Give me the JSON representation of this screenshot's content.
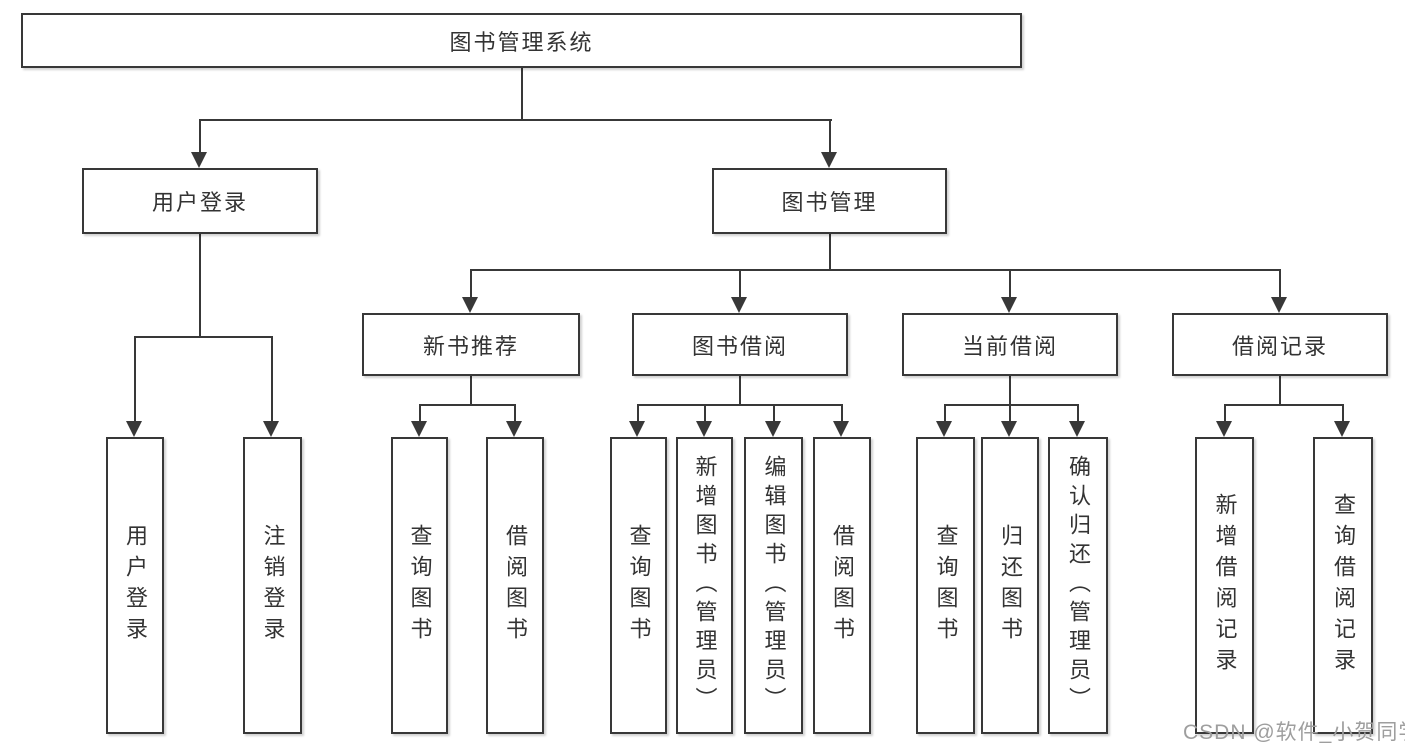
{
  "diagram": {
    "type": "hierarchy-tree",
    "nodes": {
      "root": {
        "label": "图书管理系统"
      },
      "user_login": {
        "label": "用户登录"
      },
      "book_mgmt": {
        "label": "图书管理"
      },
      "new_books": {
        "label": "新书推荐"
      },
      "book_borrow": {
        "label": "图书借阅"
      },
      "current_borrow": {
        "label": "当前借阅"
      },
      "borrow_records": {
        "label": "借阅记录"
      },
      "leaf_user_login": {
        "label": "用户登录"
      },
      "leaf_logout": {
        "label": "注销登录"
      },
      "leaf_nb_query": {
        "label": "查询图书"
      },
      "leaf_nb_borrow": {
        "label": "借阅图书"
      },
      "leaf_bb_query": {
        "label": "查询图书"
      },
      "leaf_bb_add": {
        "label": "新增图书（管理员）"
      },
      "leaf_bb_edit": {
        "label": "编辑图书（管理员）"
      },
      "leaf_bb_borrow": {
        "label": "借阅图书"
      },
      "leaf_cb_query": {
        "label": "查询图书"
      },
      "leaf_cb_return": {
        "label": "归还图书"
      },
      "leaf_cb_confirm": {
        "label": "确认归还（管理员）"
      },
      "leaf_rec_add": {
        "label": "新增借阅记录"
      },
      "leaf_rec_query": {
        "label": "查询借阅记录"
      }
    },
    "edges": [
      [
        "图书管理系统",
        "用户登录"
      ],
      [
        "图书管理系统",
        "图书管理"
      ],
      [
        "用户登录",
        "用户登录"
      ],
      [
        "用户登录",
        "注销登录"
      ],
      [
        "图书管理",
        "新书推荐"
      ],
      [
        "图书管理",
        "图书借阅"
      ],
      [
        "图书管理",
        "当前借阅"
      ],
      [
        "图书管理",
        "借阅记录"
      ],
      [
        "新书推荐",
        "查询图书"
      ],
      [
        "新书推荐",
        "借阅图书"
      ],
      [
        "图书借阅",
        "查询图书"
      ],
      [
        "图书借阅",
        "新增图书（管理员）"
      ],
      [
        "图书借阅",
        "编辑图书（管理员）"
      ],
      [
        "图书借阅",
        "借阅图书"
      ],
      [
        "当前借阅",
        "查询图书"
      ],
      [
        "当前借阅",
        "归还图书"
      ],
      [
        "当前借阅",
        "确认归还（管理员）"
      ],
      [
        "借阅记录",
        "新增借阅记录"
      ],
      [
        "借阅记录",
        "查询借阅记录"
      ]
    ]
  },
  "watermark": "CSDN @软件_小贺同学",
  "colors": {
    "line": "#383838",
    "box_border": "#383838",
    "text": "#333333",
    "watermark": "#9e9e9e",
    "background": "#ffffff"
  }
}
